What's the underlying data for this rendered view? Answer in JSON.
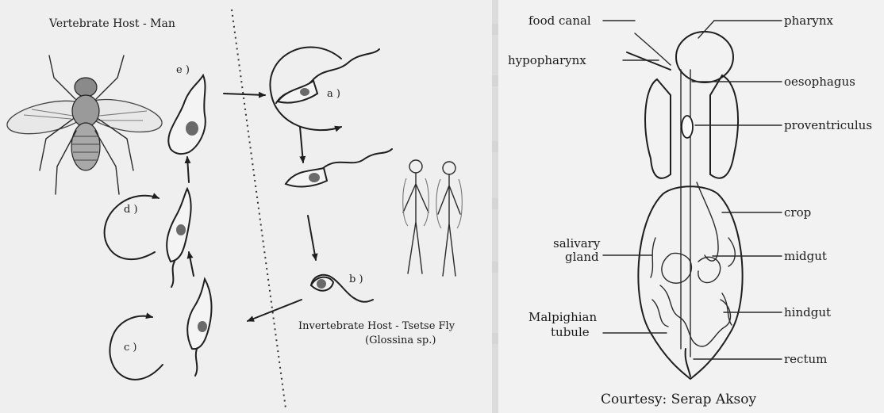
{
  "left_panel": {
    "vertebrate_host_label": "Vertebrate Host - Man",
    "invertebrate_host_label": "Invertebrate Host - Tsetse Fly",
    "invertebrate_host_species": "(Glossina sp.)",
    "stages": {
      "a": "a )",
      "b": "b )",
      "c": "c )",
      "d": "d )",
      "e": "e )"
    }
  },
  "right_panel": {
    "labels_left": {
      "food_canal": "food canal",
      "hypopharynx": "hypopharynx",
      "salivary_gland_line1": "salivary",
      "salivary_gland_line2": "gland",
      "malpighian_line1": "Malpighian",
      "malpighian_line2": "tubule"
    },
    "labels_right": {
      "pharynx": "pharynx",
      "oesophagus": "oesophagus",
      "proventriculus": "proventriculus",
      "crop": "crop",
      "midgut": "midgut",
      "hindgut": "hindgut",
      "rectum": "rectum"
    },
    "credit": "Courtesy: Serap Aksoy"
  }
}
